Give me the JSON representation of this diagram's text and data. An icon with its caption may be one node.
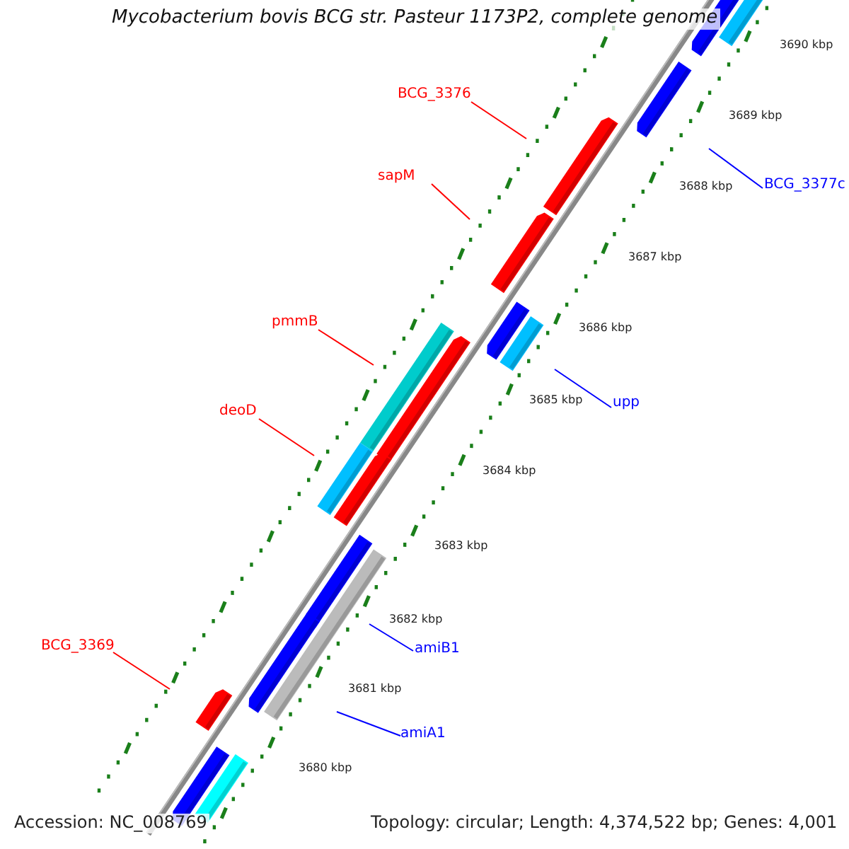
{
  "diagram": {
    "title": "Mycobacterium bovis BCG str. Pasteur 1173P2, complete genome",
    "nodes": [
      {
        "text": [
          "BCG_3376"
        ]
      },
      {
        "text": [
          "BCG_3377c"
        ]
      },
      {
        "text": [
          "sapM"
        ]
      },
      {
        "text": [
          "pmmB"
        ]
      },
      {
        "text": [
          "upp"
        ]
      },
      {
        "text": [
          "deoD"
        ]
      },
      {
        "text": [
          "amiB1"
        ]
      },
      {
        "text": [
          "BCG_3369"
        ]
      },
      {
        "text": [
          "amiA1"
        ]
      }
    ],
    "edges": [
      {
        "from": 0,
        "to": null,
        "arrow": "none",
        "color": "#ff0000"
      },
      {
        "from": 1,
        "to": null,
        "arrow": "none",
        "color": "#0000ff"
      },
      {
        "from": 2,
        "to": null,
        "arrow": "none",
        "color": "#ff0000"
      },
      {
        "from": 3,
        "to": null,
        "arrow": "none",
        "color": "#ff0000"
      },
      {
        "from": 4,
        "to": null,
        "arrow": "none",
        "color": "#0000ff"
      },
      {
        "from": 5,
        "to": null,
        "arrow": "none",
        "color": "#ff0000"
      },
      {
        "from": 6,
        "to": null,
        "arrow": "none",
        "color": "#0000ff"
      },
      {
        "from": 7,
        "to": null,
        "arrow": "none",
        "color": "#ff0000"
      },
      {
        "from": 8,
        "to": null,
        "arrow": "none",
        "color": "#0000ff"
      }
    ],
    "labels": [
      "3690 kbp",
      "3689 kbp",
      "3688 kbp",
      "3687 kbp",
      "3686 kbp",
      "3685 kbp",
      "3684 kbp",
      "3683 kbp",
      "3682 kbp",
      "3681 kbp",
      "3680 kbp",
      "Accession: NC_008769",
      "Topology: circular; Length: 4,374,522 bp; Genes: 4,001"
    ]
  }
}
